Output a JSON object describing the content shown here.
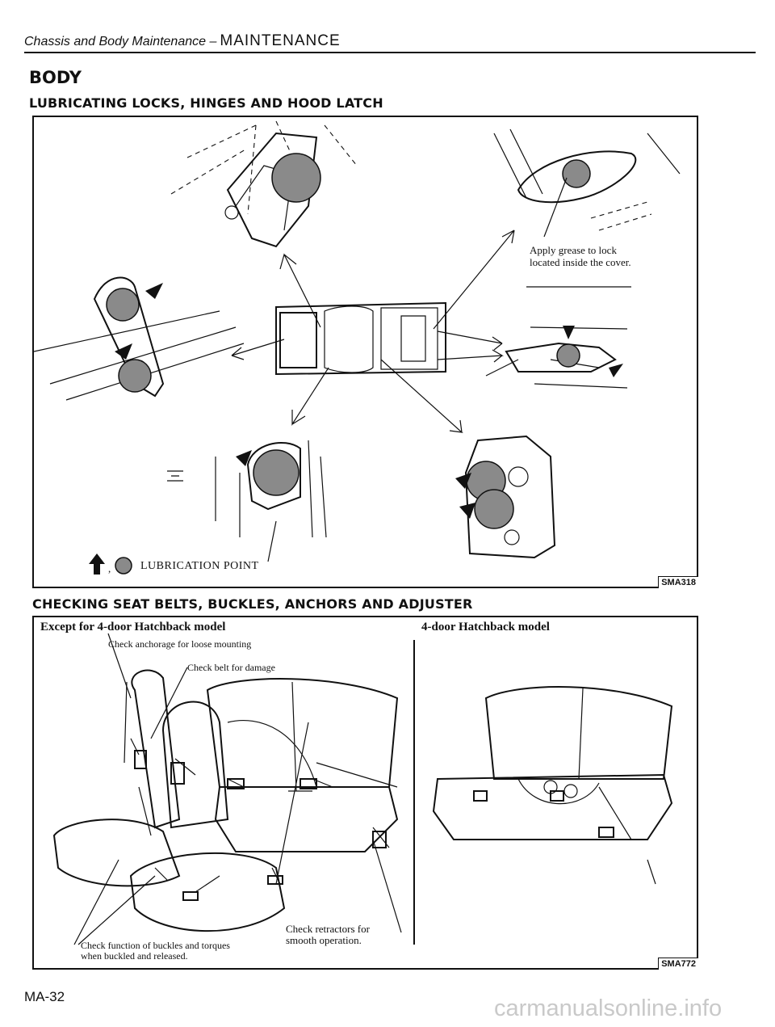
{
  "header": {
    "section_italic": "Chassis and Body Maintenance –",
    "section_main": "MAINTENANCE"
  },
  "page_title": "BODY",
  "section1": {
    "heading": "LUBRICATING LOCKS, HINGES AND HOOD LATCH",
    "callout_lock": "Apply grease to lock\nlocated inside the cover.",
    "legend_label": "LUBRICATION POINT",
    "figure_code": "SMA318"
  },
  "section2": {
    "heading": "CHECKING SEAT BELTS, BUCKLES, ANCHORS AND ADJUSTER",
    "left_title": "Except for 4-door Hatchback model",
    "right_title": "4-door Hatchback model",
    "callout_anchorage": "Check anchorage for loose mounting",
    "callout_belt": "Check belt for damage",
    "callout_retractors": "Check retractors for\nsmooth operation.",
    "callout_buckles": "Check function of buckles and torques\nwhen buckled and released.",
    "figure_code": "SMA772"
  },
  "footer": {
    "page_number": "MA-32",
    "watermark": "carmanualsonline.info"
  }
}
